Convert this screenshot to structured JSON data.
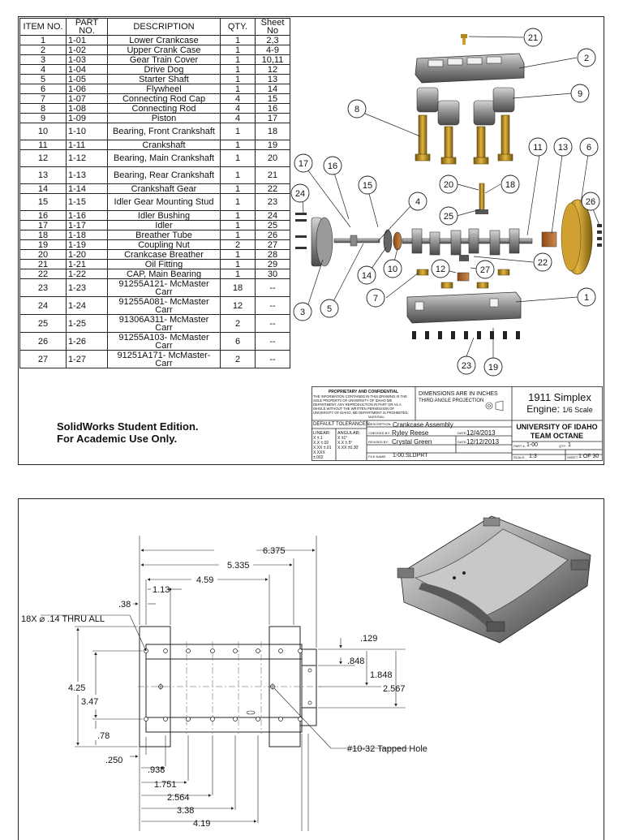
{
  "bom": {
    "headers": [
      "ITEM NO.",
      "PART NO.",
      "DESCRIPTION",
      "QTY.",
      "Sheet No"
    ],
    "rows": [
      [
        "1",
        "1-01",
        "Lower Crankcase",
        "1",
        "2,3"
      ],
      [
        "2",
        "1-02",
        "Upper Crank Case",
        "1",
        "4-9"
      ],
      [
        "3",
        "1-03",
        "Gear Train Cover",
        "1",
        "10,11"
      ],
      [
        "4",
        "1-04",
        "Drive Dog",
        "1",
        "12"
      ],
      [
        "5",
        "1-05",
        "Starter Shaft",
        "1",
        "13"
      ],
      [
        "6",
        "1-06",
        "Flywheel",
        "1",
        "14"
      ],
      [
        "7",
        "1-07",
        "Connecting Rod Cap",
        "4",
        "15"
      ],
      [
        "8",
        "1-08",
        "Connecting Rod",
        "4",
        "16"
      ],
      [
        "9",
        "1-09",
        "Piston",
        "4",
        "17"
      ],
      [
        "10",
        "1-10",
        "Bearing, Front Crankshaft",
        "1",
        "18"
      ],
      [
        "11",
        "1-11",
        "Crankshaft",
        "1",
        "19"
      ],
      [
        "12",
        "1-12",
        "Bearing, Main Crankshaft",
        "1",
        "20"
      ],
      [
        "13",
        "1-13",
        "Bearing, Rear Crankshaft",
        "1",
        "21"
      ],
      [
        "14",
        "1-14",
        "Crankshaft Gear",
        "1",
        "22"
      ],
      [
        "15",
        "1-15",
        "Idler Gear Mounting Stud",
        "1",
        "23"
      ],
      [
        "16",
        "1-16",
        "Idler Bushing",
        "1",
        "24"
      ],
      [
        "17",
        "1-17",
        "Idler",
        "1",
        "25"
      ],
      [
        "18",
        "1-18",
        "Breather Tube",
        "1",
        "26"
      ],
      [
        "19",
        "1-19",
        "Coupling Nut",
        "2",
        "27"
      ],
      [
        "20",
        "1-20",
        "Crankcase Breather",
        "1",
        "28"
      ],
      [
        "21",
        "1-21",
        "Oil Fitting",
        "1",
        "29"
      ],
      [
        "22",
        "1-22",
        "CAP, Main Bearing",
        "1",
        "30"
      ],
      [
        "23",
        "1-23",
        "91255A121- McMaster Carr",
        "18",
        "--"
      ],
      [
        "24",
        "1-24",
        "91255A081- McMaster Carr",
        "12",
        "--"
      ],
      [
        "25",
        "1-25",
        "91306A311- McMaster Carr",
        "2",
        "--"
      ],
      [
        "26",
        "1-26",
        "91255A103- McMaster Carr",
        "6",
        "--"
      ],
      [
        "27",
        "1-27",
        "91251A171- McMaster-Carr",
        "2",
        "--"
      ]
    ]
  },
  "watermark": {
    "line1": "SolidWorks Student Edition.",
    "line2": "For Academic Use Only."
  },
  "balloons": [
    "1",
    "2",
    "3",
    "4",
    "5",
    "6",
    "7",
    "8",
    "9",
    "10",
    "11",
    "12",
    "13",
    "14",
    "15",
    "16",
    "17",
    "18",
    "19",
    "20",
    "21",
    "22",
    "23",
    "24",
    "25",
    "26",
    "27"
  ],
  "title_block": {
    "proprietary_title": "PROPRIETARY AND CONFIDENTIAL",
    "proprietary_text": "THE INFORMATION CONTAINED IN THIS DRAWING IS THE SOLE PROPERTY OF UNIVERSITY OF IDAHO ME DEPARTMENT. ANY REPRODUCTION IN PART OR AS A WHOLE WITHOUT THE WRITTEN PERMISSION OF UNIVERSITY OF IDAHO, ME DEPARTMENT IS PROHIBITED.",
    "dimensions_note": "DIMENSIONS ARE IN INCHES",
    "projection_note": "THIRD ANGLE PROJECTION",
    "material_label": "MATERIAL:",
    "default_tolerances": "DEFAULT TOLERANCES:",
    "linear_label": "LINEAR:",
    "angular_label": "ANGULAR:",
    "linear_values": [
      "X ±.1",
      "X.X ±.02",
      "X.XX ±.01",
      "X.XXX ±.002"
    ],
    "angular_values": [
      "X ±1°",
      "X.X ±.5°",
      "X.XX ±0.30'"
    ],
    "description_label": "DESCRIPTION:",
    "description": "Crankcase Assembly",
    "checked_by_label": "CHECKED BY:",
    "checked_by": "Ryley Reese",
    "revised_by_label": "REVISED BY:",
    "revised_by": "Crystal Green",
    "date_label": "DATE:",
    "date1": "12/4/2013",
    "date2": "12/12/2013",
    "filename_label": "FILE NAME:",
    "filename": "1-00.SLDPRT",
    "title_line1": "1911 Simplex",
    "title_line2_main": "Engine:",
    "title_line2_scale": "1/6 Scale",
    "university": "UNIVERSITY OF IDAHO",
    "team": "TEAM OCTANE",
    "part_label": "PART #:",
    "part_number": "1-00",
    "qty_label": "QTY:",
    "qty": "1",
    "scale_label": "SCALE:",
    "scale": "1:3",
    "sheet_label": "SHEET",
    "sheet": "1 OF 30"
  },
  "drawing2": {
    "dims": {
      "d6375": "6.375",
      "d5335": "5.335",
      "d459": "4.59",
      "d113": "1.13",
      "d38": ".38",
      "holes_note": "18X ⌀ .14 THRU ALL",
      "d425": "4.25",
      "d347": "3.47",
      "d78": ".78",
      "d250": ".250",
      "d938": ".938",
      "d1751": "1.751",
      "d2564": "2.564",
      "d338": "3.38",
      "d419": "4.19",
      "d129": ".129",
      "d848": ".848",
      "d1848": "1.848",
      "d2567": "2.567",
      "tapped_note": "#10-32 Tapped Hole"
    }
  }
}
